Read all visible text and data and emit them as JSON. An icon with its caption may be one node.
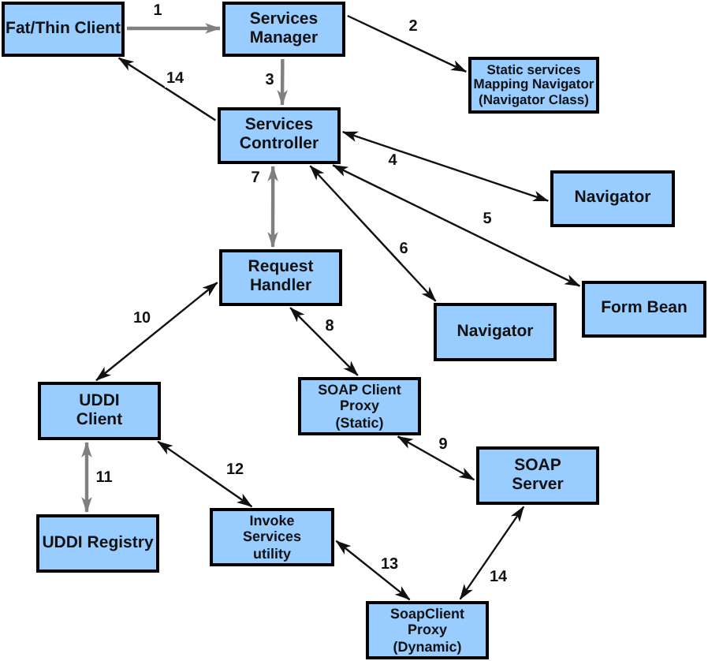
{
  "diagram": {
    "nodes": [
      {
        "text": [
          "Fat/Thin Client"
        ]
      },
      {
        "text": [
          "Services Manager"
        ]
      },
      {
        "text": [
          "Static services Mapping Navigator (Navigator Class)"
        ]
      },
      {
        "text": [
          "Services Controller"
        ]
      },
      {
        "text": [
          "Navigator"
        ]
      },
      {
        "text": [
          "Request Handler"
        ]
      },
      {
        "text": [
          "Navigator"
        ]
      },
      {
        "text": [
          "Form Bean"
        ]
      },
      {
        "text": [
          "UDDI Client"
        ]
      },
      {
        "text": [
          "SOAP Client Proxy (Static)"
        ]
      },
      {
        "text": [
          "SOAP Server"
        ]
      },
      {
        "text": [
          "UDDI Registry"
        ]
      },
      {
        "text": [
          "Invoke Services utility"
        ]
      },
      {
        "text": [
          "SoapClient Proxy (Dynamic)"
        ]
      }
    ],
    "edges": [
      {
        "from": 0,
        "to": 1,
        "arrow": "to",
        "label": "1",
        "color": "#808080"
      },
      {
        "from": 1,
        "to": 2,
        "arrow": "to",
        "label": "2"
      },
      {
        "from": 1,
        "to": 3,
        "arrow": "to",
        "label": "3",
        "color": "#808080"
      },
      {
        "from": 3,
        "to": 4,
        "arrow": "both",
        "label": "4"
      },
      {
        "from": 3,
        "to": 7,
        "arrow": "both",
        "label": "5"
      },
      {
        "from": 3,
        "to": 6,
        "arrow": "both",
        "label": "6"
      },
      {
        "from": 3,
        "to": 5,
        "arrow": "both",
        "label": "7",
        "color": "#808080"
      },
      {
        "from": 5,
        "to": 9,
        "arrow": "both",
        "label": "8"
      },
      {
        "from": 9,
        "to": 10,
        "arrow": "both",
        "label": "9"
      },
      {
        "from": 5,
        "to": 8,
        "arrow": "both",
        "label": "10"
      },
      {
        "from": 8,
        "to": 11,
        "arrow": "both",
        "label": "11",
        "color": "#808080"
      },
      {
        "from": 8,
        "to": 12,
        "arrow": "both",
        "label": "12"
      },
      {
        "from": 12,
        "to": 13,
        "arrow": "both",
        "label": "13"
      },
      {
        "from": 3,
        "to": 0,
        "arrow": "to",
        "label": "14"
      },
      {
        "from": 10,
        "to": 13,
        "arrow": "both",
        "label": "14"
      }
    ]
  }
}
